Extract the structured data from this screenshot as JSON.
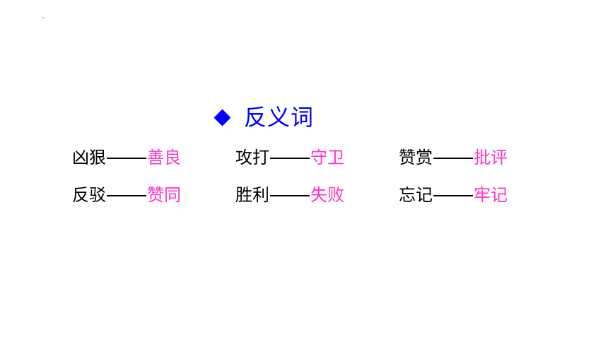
{
  "heading": {
    "text": "反义词",
    "color": "#0000ff",
    "marker_icon": "diamond-icon"
  },
  "colors": {
    "word": "#000000",
    "antonym": "#ff33cc"
  },
  "pairs": [
    {
      "word": "凶狠",
      "antonym": "善良"
    },
    {
      "word": "攻打",
      "antonym": "守卫"
    },
    {
      "word": "赞赏",
      "antonym": "批评"
    },
    {
      "word": "反驳",
      "antonym": "赞同"
    },
    {
      "word": "胜利",
      "antonym": "失败"
    },
    {
      "word": "忘记",
      "antonym": "牢记"
    }
  ]
}
